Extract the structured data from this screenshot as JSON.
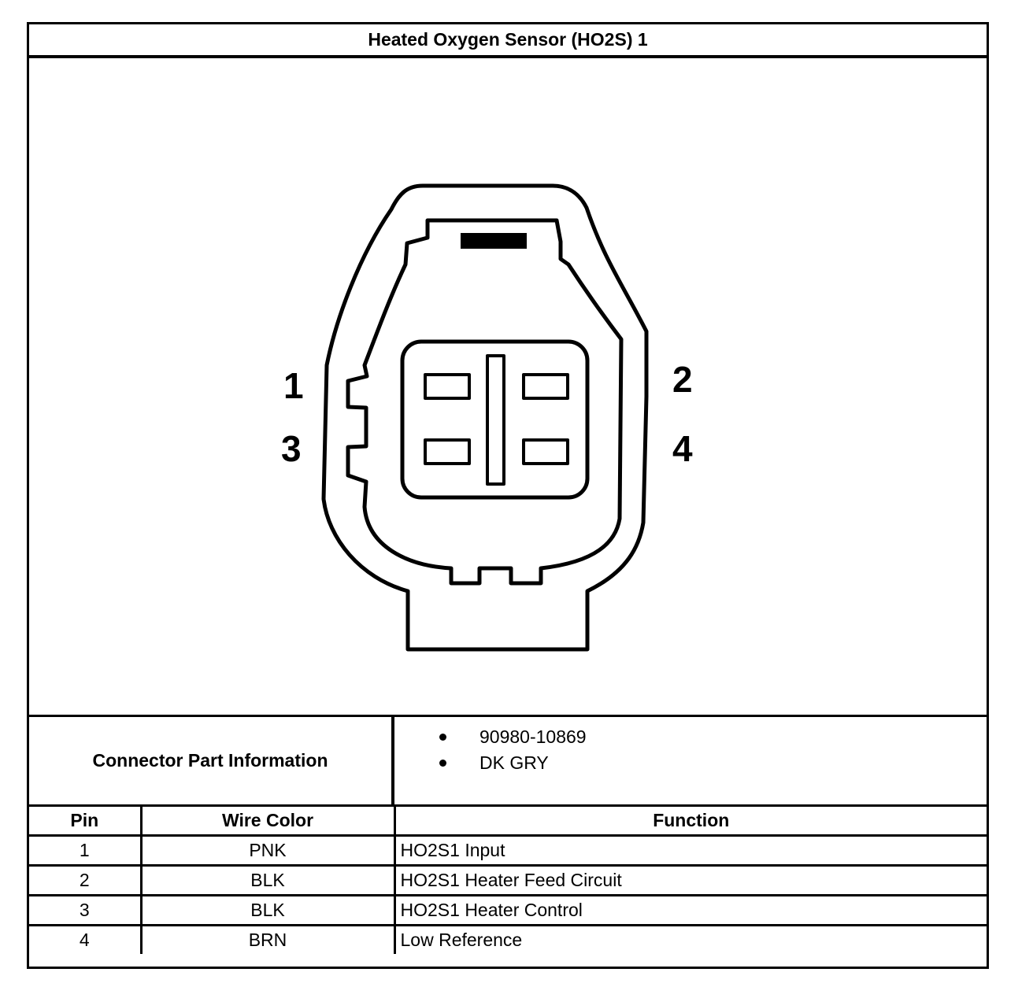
{
  "title": "Heated Oxygen Sensor (HO2S) 1",
  "diagram": {
    "pin_labels": [
      "1",
      "2",
      "3",
      "4"
    ]
  },
  "connector_info": {
    "label": "Connector Part Information",
    "items": [
      "90980-10869",
      "DK GRY"
    ]
  },
  "pin_table": {
    "headers": [
      "Pin",
      "Wire Color",
      "Function"
    ],
    "rows": [
      {
        "pin": "1",
        "wire_color": "PNK",
        "function": "HO2S1 Input"
      },
      {
        "pin": "2",
        "wire_color": "BLK",
        "function": "HO2S1 Heater Feed Circuit"
      },
      {
        "pin": "3",
        "wire_color": "BLK",
        "function": "HO2S1 Heater Control"
      },
      {
        "pin": "4",
        "wire_color": "BRN",
        "function": "Low Reference"
      }
    ]
  }
}
